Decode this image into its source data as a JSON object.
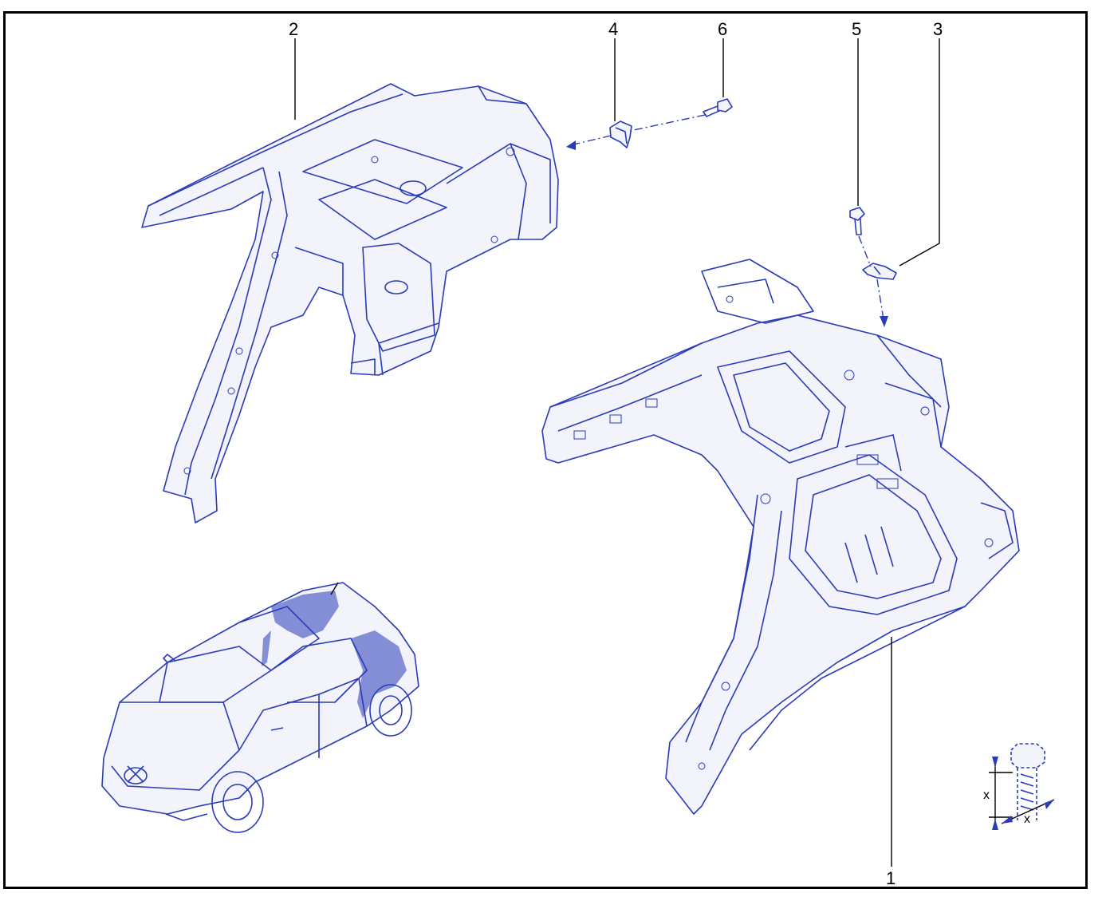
{
  "callouts": {
    "part_1": "1",
    "part_2": "2",
    "part_3": "3",
    "part_4": "4",
    "part_5": "5",
    "part_6": "6"
  },
  "dimension_symbol": {
    "x_vertical": "x",
    "x_horizontal": "x"
  },
  "colors": {
    "line": "#2a3bb8",
    "leader": "#000000",
    "frame": "#000000",
    "background": "#ffffff"
  }
}
